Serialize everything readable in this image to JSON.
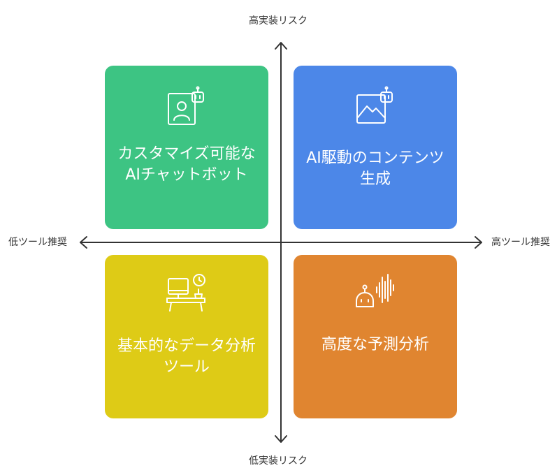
{
  "axes": {
    "top": "高実装リスク",
    "bottom": "低実装リスク",
    "left": "低ツール推奨",
    "right": "高ツール推奨"
  },
  "quadrants": {
    "top_left": {
      "label": "カスタマイズ可能なAIチャットボット",
      "color": "#3DC483",
      "icon": "chatbot-user-icon"
    },
    "top_right": {
      "label": "AI駆動のコンテンツ生成",
      "color": "#4C87E8",
      "icon": "image-bot-icon"
    },
    "bottom_left": {
      "label": "基本的なデータ分析ツール",
      "color": "#DECB16",
      "icon": "desk-clock-icon"
    },
    "bottom_right": {
      "label": "高度な予測分析",
      "color": "#E08530",
      "icon": "robot-soundwave-icon"
    }
  },
  "colors": {
    "axis": "#333333",
    "text_on_quadrant": "#ffffff"
  }
}
